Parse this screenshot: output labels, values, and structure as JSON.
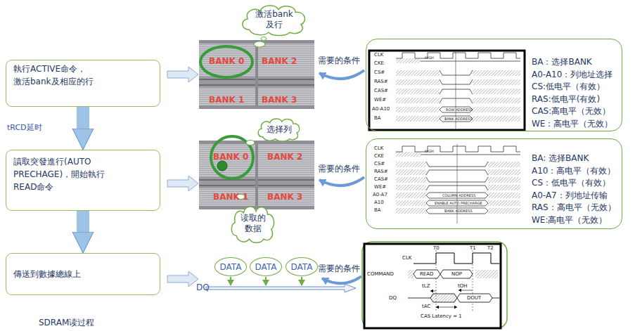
{
  "diagram": {
    "caption": "SDRAM读过程",
    "nodes": [
      {
        "text": [
          "激活bank 及行"
        ]
      },
      {
        "text": [
          "執行ACTIVE命令， 激活bank及相应的行"
        ]
      },
      {
        "text": [
          "BA：选择BANK",
          "A0-A10：列地址选择",
          "CS:低电平（有效）",
          "RAS:低电平(有效)",
          "CAS:高电平（无效）",
          "WE：高电平（无效）"
        ]
      },
      {
        "text": [
          "选择列"
        ]
      },
      {
        "text": [
          "讀取突發進行(AUTO PRECHAGE)，開始執行 READ命令"
        ]
      },
      {
        "text": [
          "BA: 选择BANK",
          "A10：高电平（有效）",
          "CS：低电平（有效）",
          "A0-A7：列地址传输",
          "RAS：高电平（无效）",
          "WE:高电平（无效）"
        ]
      },
      {
        "text": [
          "读取的 数据"
        ]
      },
      {
        "text": [
          "傳送到數據總線上"
        ]
      },
      {
        "text": [
          "DATA"
        ]
      },
      {
        "text": [
          "DATA"
        ]
      },
      {
        "text": [
          "DATA"
        ]
      }
    ],
    "edges": [
      {
        "from": 1,
        "to": 4,
        "arrow": "to"
      },
      {
        "from": 4,
        "to": 7,
        "arrow": "to"
      }
    ],
    "labels": [
      "tRCD延时",
      "BANK 0",
      "BANK 2",
      "BANK 1",
      "BANK 3",
      "需要的条件",
      "CLK",
      "CKE",
      "CS#",
      "RAS#",
      "CAS#",
      "WE#",
      "A0-A10",
      "BA",
      "HIGH",
      "ROW ADDRESS",
      "BANK ADDRESS",
      "BANK 0",
      "BANK 2",
      "BANK 1",
      "BANK 3",
      "需要的条件",
      "CLK",
      "CKE",
      "CS#",
      "RAS#",
      "CAS#",
      "WE#",
      "A0-A7",
      "A10",
      "BA",
      "HIGH",
      "COLUMN ADDRESS",
      "ENABLE AUTO PRECHARGE",
      "BANK ADDRESS",
      "需要的条件",
      "DQ",
      "CLK",
      "T0",
      "T1",
      "T2",
      "COMMAND",
      "READ",
      "NOP",
      "DQ",
      "tLZ",
      "tOH",
      "tAC",
      "DOUT",
      "CAS Latency = 1"
    ]
  }
}
